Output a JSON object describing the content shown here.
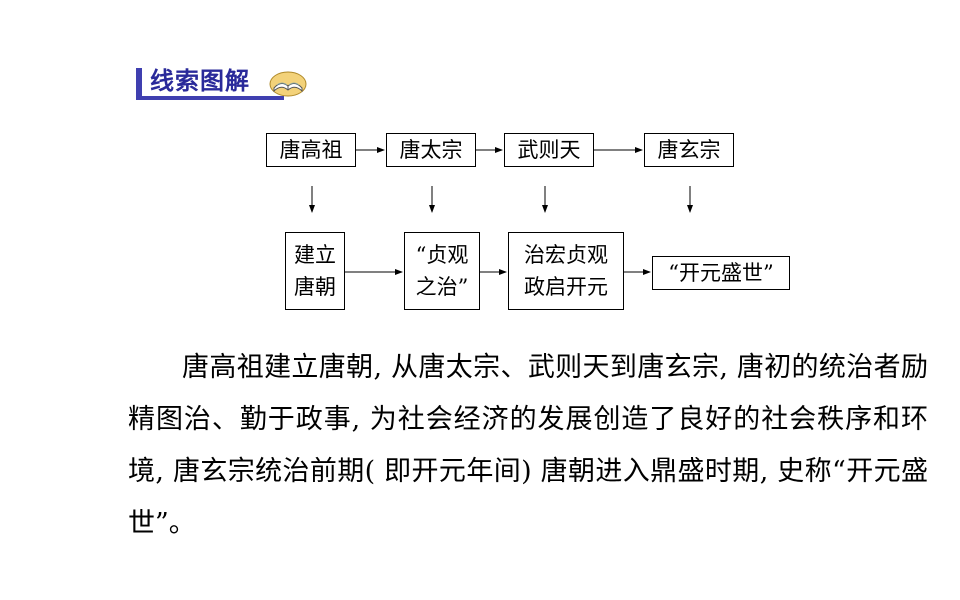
{
  "header": {
    "title": "线索图解",
    "icon": "open-book-icon"
  },
  "diagram": {
    "top_row": [
      "唐高祖",
      "唐太宗",
      "武则天",
      "唐玄宗"
    ],
    "bottom_row": [
      {
        "line1": "建立",
        "line2": "唐朝"
      },
      {
        "line1": "“贞观",
        "line2": "之治”"
      },
      {
        "line1": "治宏贞观",
        "line2": "政启开元"
      },
      {
        "line1": "“开元盛世”",
        "line2": ""
      }
    ]
  },
  "paragraph": "唐高祖建立唐朝, 从唐太宗、武则天到唐玄宗, 唐初的统治者励精图治、勤于政事, 为社会经济的发展创造了良好的社会秩序和环境, 唐玄宗统治前期( 即开元年间) 唐朝进入鼎盛时期, 史称“开元盛世”。",
  "colors": {
    "accent": "#3f3fb0",
    "title": "#2a2a9a"
  }
}
